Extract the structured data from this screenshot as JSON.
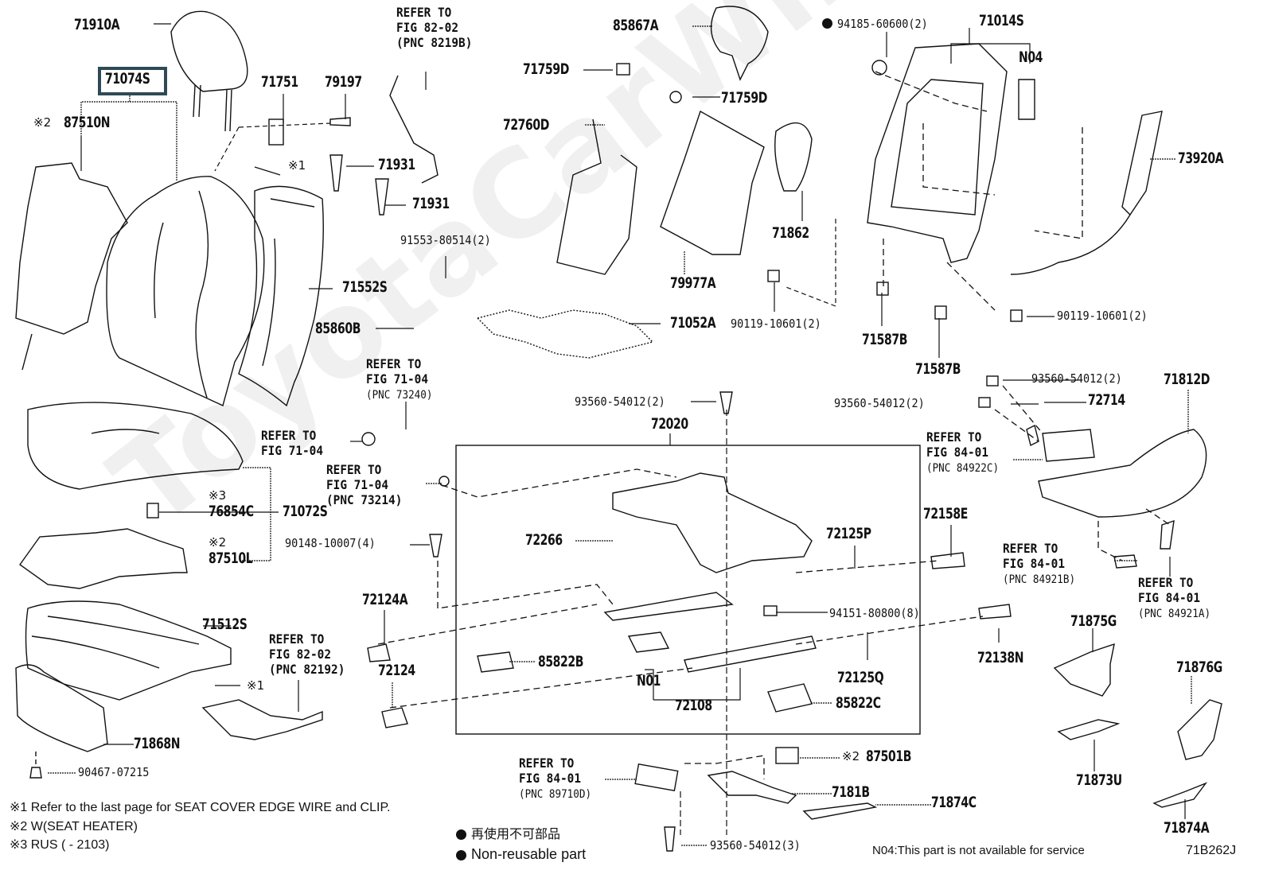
{
  "diagram": {
    "figure_code": "71B262J",
    "watermark": "ToyotaCarWire.ru",
    "highlighted_part": "71074S",
    "highlight_color": "#2f4a56",
    "part_labels": {
      "p71910A": "71910A",
      "p71074S": "71074S",
      "p87510N": "87510N",
      "p71751": "71751",
      "p79197": "79197",
      "p71931a": "71931",
      "p71931b": "71931",
      "p71552S": "71552S",
      "p85860B": "85860B",
      "p91553": "91553-80514(2)",
      "p85867A": "85867A",
      "p71759Da": "71759D",
      "p71759Db": "71759D",
      "p72760D": "72760D",
      "p79977A": "79977A",
      "p71052A": "71052A",
      "p71862": "71862",
      "p94185": "94185-60600(2)",
      "p71014S": "71014S",
      "pN04": "N04",
      "p73920A": "73920A",
      "p90119a": "90119-10601(2)",
      "p90119b": "90119-10601(2)",
      "p71587Ba": "71587B",
      "p71587Bb": "71587B",
      "p93560a": "93560-54012(2)",
      "p93560b": "93560-54012(2)",
      "p93560c": "93560-54012(2)",
      "p93560d": "93560-54012(3)",
      "p72714": "72714",
      "p71812D": "71812D",
      "p72020": "72020",
      "p72266": "72266",
      "p72125P": "72125P",
      "p72158E": "72158E",
      "p94151": "94151-80800(8)",
      "p72125Q": "72125Q",
      "p85822B": "85822B",
      "pN01": "N01",
      "p72108": "72108",
      "p85822C": "85822C",
      "p72124A": "72124A",
      "p72124": "72124",
      "p72138N": "72138N",
      "p76854C": "76854C",
      "p71072S": "71072S",
      "p87510L": "87510L",
      "p90148": "90148-10007(4)",
      "p71512S": "71512S",
      "p71868N": "71868N",
      "p90467": "90467-07215",
      "p87501B": "87501B",
      "p7181B": "7181B",
      "p71874C": "71874C",
      "p71875G": "71875G",
      "p71876G": "71876G",
      "p71873U": "71873U",
      "p71874A": "71874A"
    },
    "marks": {
      "m1a": "※1",
      "m1b": "※1",
      "m1c": "※1",
      "m2a": "※2",
      "m2b": "※2",
      "m2c": "※2",
      "m3a": "※3"
    },
    "references": {
      "r8219B": {
        "line1": "REFER TO",
        "line2": "FIG 82-02",
        "pnc": "(PNC 8219B)"
      },
      "r73240": {
        "line1": "REFER TO",
        "line2": "FIG 71-04",
        "pnc": "(PNC 73240)"
      },
      "r7104": {
        "line1": "REFER TO",
        "line2": "FIG 71-04"
      },
      "r73214": {
        "line1": "REFER TO",
        "line2": "FIG 71-04",
        "pnc": "(PNC 73214)"
      },
      "r82192": {
        "line1": "REFER TO",
        "line2": "FIG 82-02",
        "pnc": "(PNC 82192)"
      },
      "r84922C": {
        "line1": "REFER TO",
        "line2": "FIG 84-01",
        "pnc": "(PNC 84922C)"
      },
      "r84921B": {
        "line1": "REFER TO",
        "line2": "FIG 84-01",
        "pnc": "(PNC 84921B)"
      },
      "r84921A": {
        "line1": "REFER TO",
        "line2": "FIG 84-01",
        "pnc": "(PNC 84921A)"
      },
      "r89710D": {
        "line1": "REFER TO",
        "line2": "FIG 84-01",
        "pnc": "(PNC 89710D)"
      }
    },
    "footnotes": {
      "n1": "※1 Refer to the last page for SEAT COVER EDGE WIRE and CLIP.",
      "n2": "※2 W(SEAT HEATER)",
      "n3": "※3 RUS (        - 2103)"
    },
    "legend": {
      "jp": "再使用不可部品",
      "en": "Non-reusable part"
    },
    "service_note": "N04:This part is not available for service"
  }
}
